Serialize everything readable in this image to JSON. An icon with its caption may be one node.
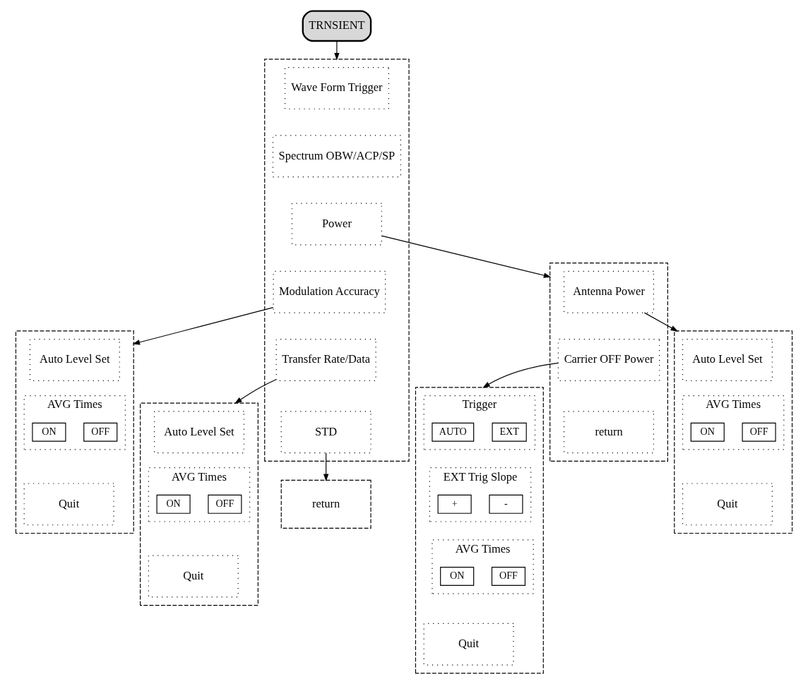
{
  "diagram": {
    "nodes": [
      {
        "text": [
          "TRNSIENT"
        ]
      },
      {
        "text": [],
        "shape": "box"
      },
      {
        "text": [
          "Wave Form Trigger"
        ],
        "in": 1
      },
      {
        "text": [
          "Spectrum OBW/ACP/SP"
        ],
        "in": 1
      },
      {
        "text": [
          "Power"
        ],
        "in": 1
      },
      {
        "text": [
          "Modulation Accuracy"
        ],
        "in": 1
      },
      {
        "text": [
          "Transfer Rate/Data"
        ],
        "in": 1
      },
      {
        "text": [
          "STD"
        ],
        "in": 1
      },
      {
        "text": [],
        "shape": "box"
      },
      {
        "text": [
          "Auto Level Set"
        ],
        "in": 8
      },
      {
        "text": [
          "AVG Times"
        ],
        "in": 8
      },
      {
        "text": [
          "ON"
        ],
        "in": 10
      },
      {
        "text": [
          "OFF"
        ],
        "in": 10
      },
      {
        "text": [
          "Quit"
        ],
        "in": 8
      },
      {
        "text": [],
        "shape": "box"
      },
      {
        "text": [
          "Auto Level Set"
        ],
        "in": 14
      },
      {
        "text": [
          "AVG Times"
        ],
        "in": 14
      },
      {
        "text": [
          "ON"
        ],
        "in": 16
      },
      {
        "text": [
          "OFF"
        ],
        "in": 16
      },
      {
        "text": [
          "Quit"
        ],
        "in": 14
      },
      {
        "text": [],
        "shape": "box"
      },
      {
        "text": [
          "Antenna Power"
        ],
        "in": 20
      },
      {
        "text": [
          "Carrier OFF Power"
        ],
        "in": 20
      },
      {
        "text": [
          "return"
        ],
        "in": 20
      },
      {
        "text": [],
        "shape": "box"
      },
      {
        "text": [
          "Auto Level Set"
        ],
        "in": 24
      },
      {
        "text": [
          "AVG Times"
        ],
        "in": 24
      },
      {
        "text": [
          "ON"
        ],
        "in": 26
      },
      {
        "text": [
          "OFF"
        ],
        "in": 26
      },
      {
        "text": [
          "Quit"
        ],
        "in": 24
      },
      {
        "text": [
          "return"
        ]
      },
      {
        "text": [],
        "shape": "box"
      },
      {
        "text": [
          "Trigger"
        ],
        "in": 31
      },
      {
        "text": [
          "AUTO"
        ],
        "in": 32
      },
      {
        "text": [
          "EXT"
        ],
        "in": 32
      },
      {
        "text": [
          "EXT Trig Slope"
        ],
        "in": 31
      },
      {
        "text": [
          "+"
        ],
        "in": 35
      },
      {
        "text": [
          "-"
        ],
        "in": 35
      },
      {
        "text": [
          "AVG Times"
        ],
        "in": 31
      },
      {
        "text": [
          "ON"
        ],
        "in": 38
      },
      {
        "text": [
          "OFF"
        ],
        "in": 38
      },
      {
        "text": [
          "Quit"
        ],
        "in": 31
      }
    ],
    "edges": [
      {
        "from": 0,
        "to": 1,
        "arrow": "to"
      },
      {
        "from": 4,
        "to": 20,
        "arrow": "to"
      },
      {
        "from": 5,
        "to": 14,
        "arrow": "to"
      },
      {
        "from": 6,
        "to": 8,
        "arrow": "to"
      },
      {
        "from": 7,
        "to": 30,
        "arrow": "to"
      },
      {
        "from": 21,
        "to": 24,
        "arrow": "to"
      },
      {
        "from": 22,
        "to": 31,
        "arrow": "to"
      }
    ]
  }
}
